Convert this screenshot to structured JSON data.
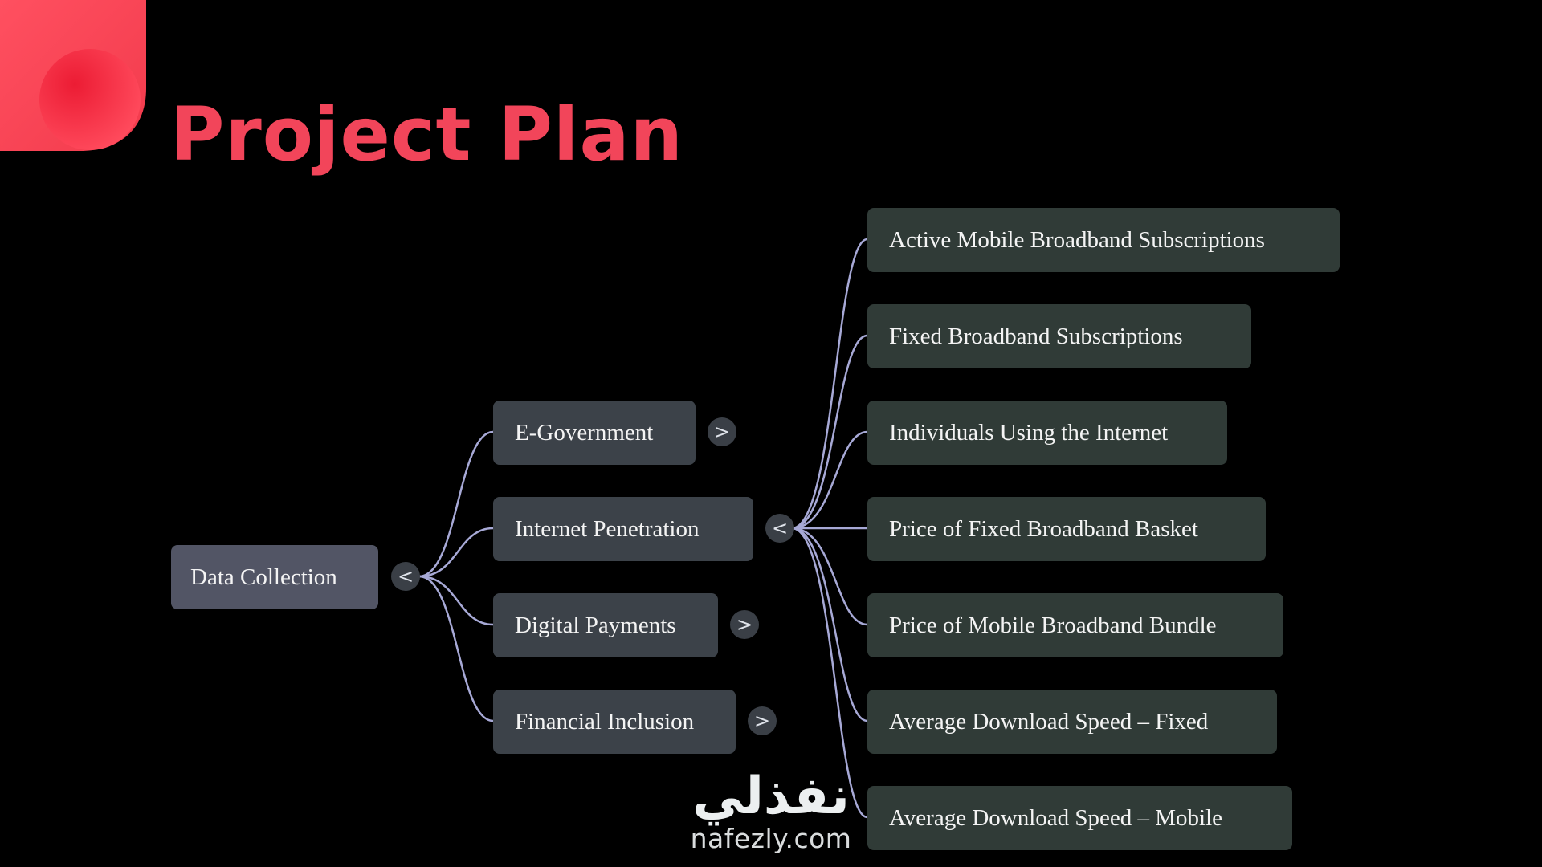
{
  "title": "Project Plan",
  "root": {
    "label": "Data Collection",
    "toggle": "<"
  },
  "branches": [
    {
      "label": "E-Government",
      "toggle": ">"
    },
    {
      "label": "Internet Penetration",
      "toggle": "<"
    },
    {
      "label": "Digital Payments",
      "toggle": ">"
    },
    {
      "label": "Financial Inclusion",
      "toggle": ">"
    }
  ],
  "leaves": [
    {
      "label": "Active Mobile Broadband Subscriptions"
    },
    {
      "label": "Fixed Broadband Subscriptions"
    },
    {
      "label": "Individuals Using the Internet"
    },
    {
      "label": "Price of Fixed Broadband Basket"
    },
    {
      "label": "Price of Mobile Broadband Bundle"
    },
    {
      "label": "Average Download Speed – Fixed"
    },
    {
      "label": "Average Download Speed – Mobile"
    }
  ],
  "watermark": {
    "arabic": "نفذلي",
    "latin": "nafezly.com"
  },
  "colors": {
    "background": "#000000",
    "title": "#f2455a",
    "accent": "#ff3b4e",
    "root_node": "#525565",
    "branch_node": "#3c4249",
    "leaf_node": "#303b37",
    "connector": "#a7a9d6"
  }
}
